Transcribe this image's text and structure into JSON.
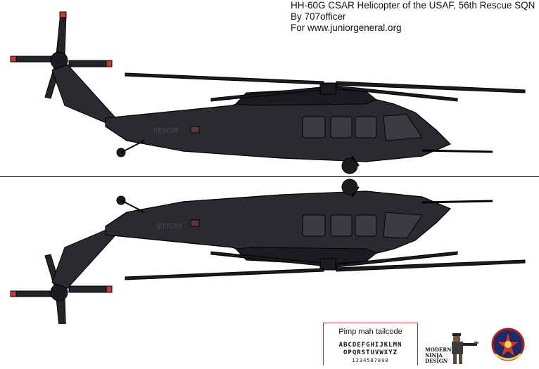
{
  "header": {
    "line1": "HH-60G CSAR Helicopter of the USAF, 56th Rescue SQN",
    "line2": "By 707officer",
    "line3": "For www.juniorgeneral.org"
  },
  "top_view": {
    "fuselage_marking": "RESCUE"
  },
  "bottom_view": {
    "fuselage_marking": "RESCUE"
  },
  "tailcode_box": {
    "title": "Pimp mah tailcode",
    "alphabet_line1": "ABCDEFGHIJKLMN",
    "alphabet_line2": "OPQRSTUVWXYZ",
    "digits_line": "1234567890"
  },
  "ninja_logo": {
    "line1": "MODERN",
    "line2": "NINJA",
    "line3": "DESIGN"
  },
  "colors": {
    "fuselage": "#2b2a2f",
    "fuselage_dark": "#1c1b20",
    "outline": "#000000",
    "rotor": "#252429",
    "blade_tip": "#c83838",
    "window": "#3c3b42",
    "patch_border": "#b02020",
    "patch_fill": "#1a2c6e",
    "tailbox_border": "#cc2222"
  }
}
